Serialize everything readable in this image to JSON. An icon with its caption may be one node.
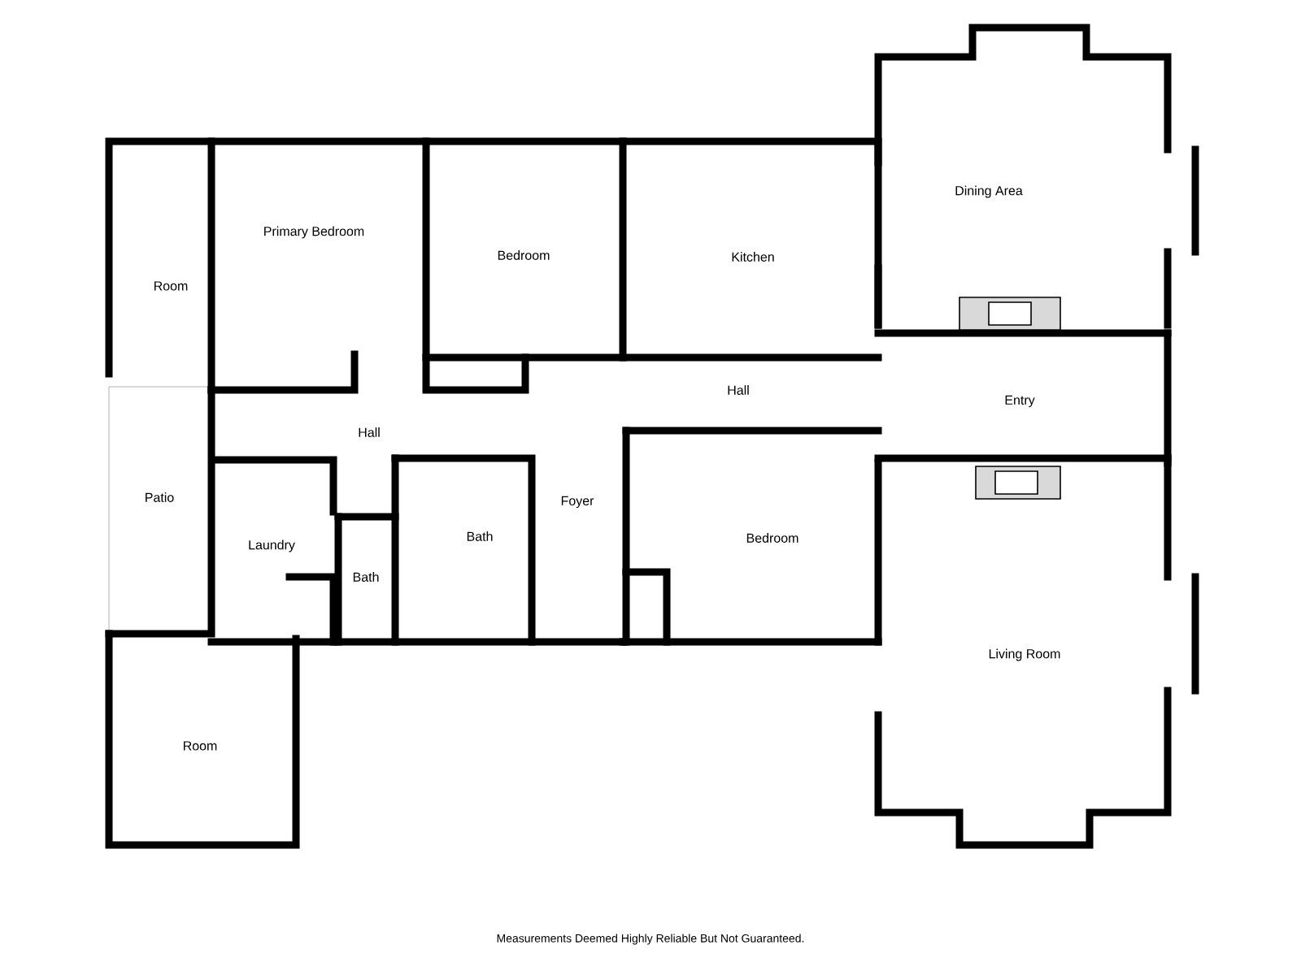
{
  "diagram": {
    "caption": "Measurements Deemed Highly Reliable But Not Guaranteed.",
    "labels": [
      "Dining Area",
      "Primary Bedroom",
      "Bedroom",
      "Kitchen",
      "Room",
      "Hall",
      "Entry",
      "Hall",
      "Patio",
      "Foyer",
      "Bath",
      "Bedroom",
      "Laundry",
      "Bath",
      "Living Room",
      "Room"
    ]
  }
}
